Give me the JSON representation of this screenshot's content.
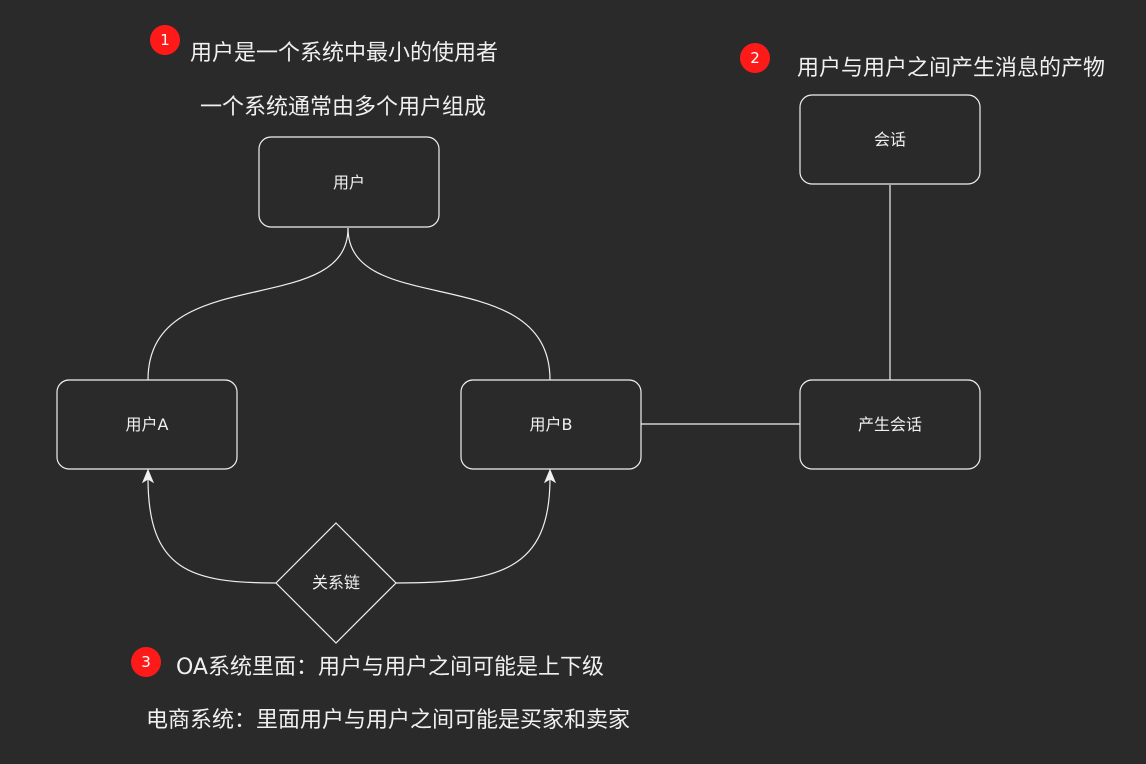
{
  "nodes": {
    "user_top": "用户",
    "user_a": "用户A",
    "user_b": "用户B",
    "create_session": "产生会话",
    "session": "会话",
    "relation_chain": "关系链"
  },
  "annotations": {
    "note1": {
      "badge": "1",
      "line1": "用户是一个系统中最小的使用者",
      "line2": "一个系统通常由多个用户组成"
    },
    "note2": {
      "badge": "2",
      "line1": "用户与用户之间产生消息的产物"
    },
    "note3": {
      "badge": "3",
      "line1": "OA系统里面：用户与用户之间可能是上下级",
      "line2": "电商系统：里面用户与用户之间可能是买家和卖家"
    }
  },
  "colors": {
    "background": "#2a2a2a",
    "stroke": "#f0f0f0",
    "badge": "#ff1a1a"
  }
}
